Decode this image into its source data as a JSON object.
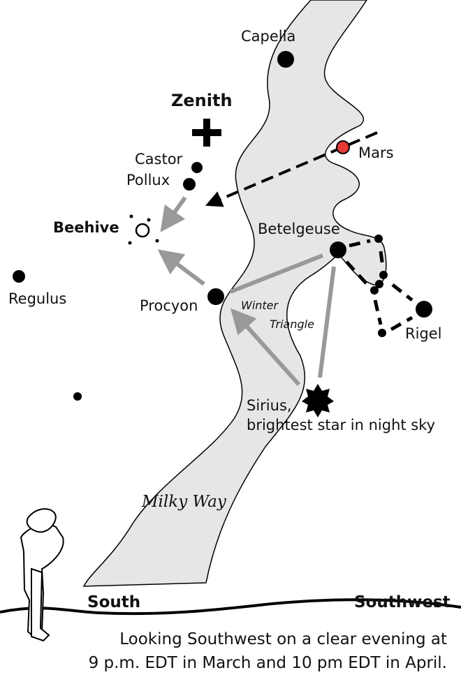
{
  "labels": {
    "capella": "Capella",
    "zenith": "Zenith",
    "mars": "Mars",
    "castor": "Castor",
    "pollux": "Pollux",
    "beehive": "Beehive",
    "betelgeuse": "Betelgeuse",
    "regulus": "Regulus",
    "procyon": "Procyon",
    "winter": "Winter",
    "triangle": "Triangle",
    "rigel": "Rigel",
    "sirius": "Sirius,",
    "sirius_desc": "brightest star in night sky",
    "milky_way": "Milky Way",
    "south": "South",
    "southwest": "Southwest"
  },
  "caption": {
    "line1": "Looking Southwest on a clear evening at",
    "line2": "9 p.m. EDT in March and 10 pm EDT in April."
  },
  "colors": {
    "milky_way": "#e6e6e6",
    "arrow": "#999999",
    "mars": "#e53935",
    "ink": "#000000"
  }
}
